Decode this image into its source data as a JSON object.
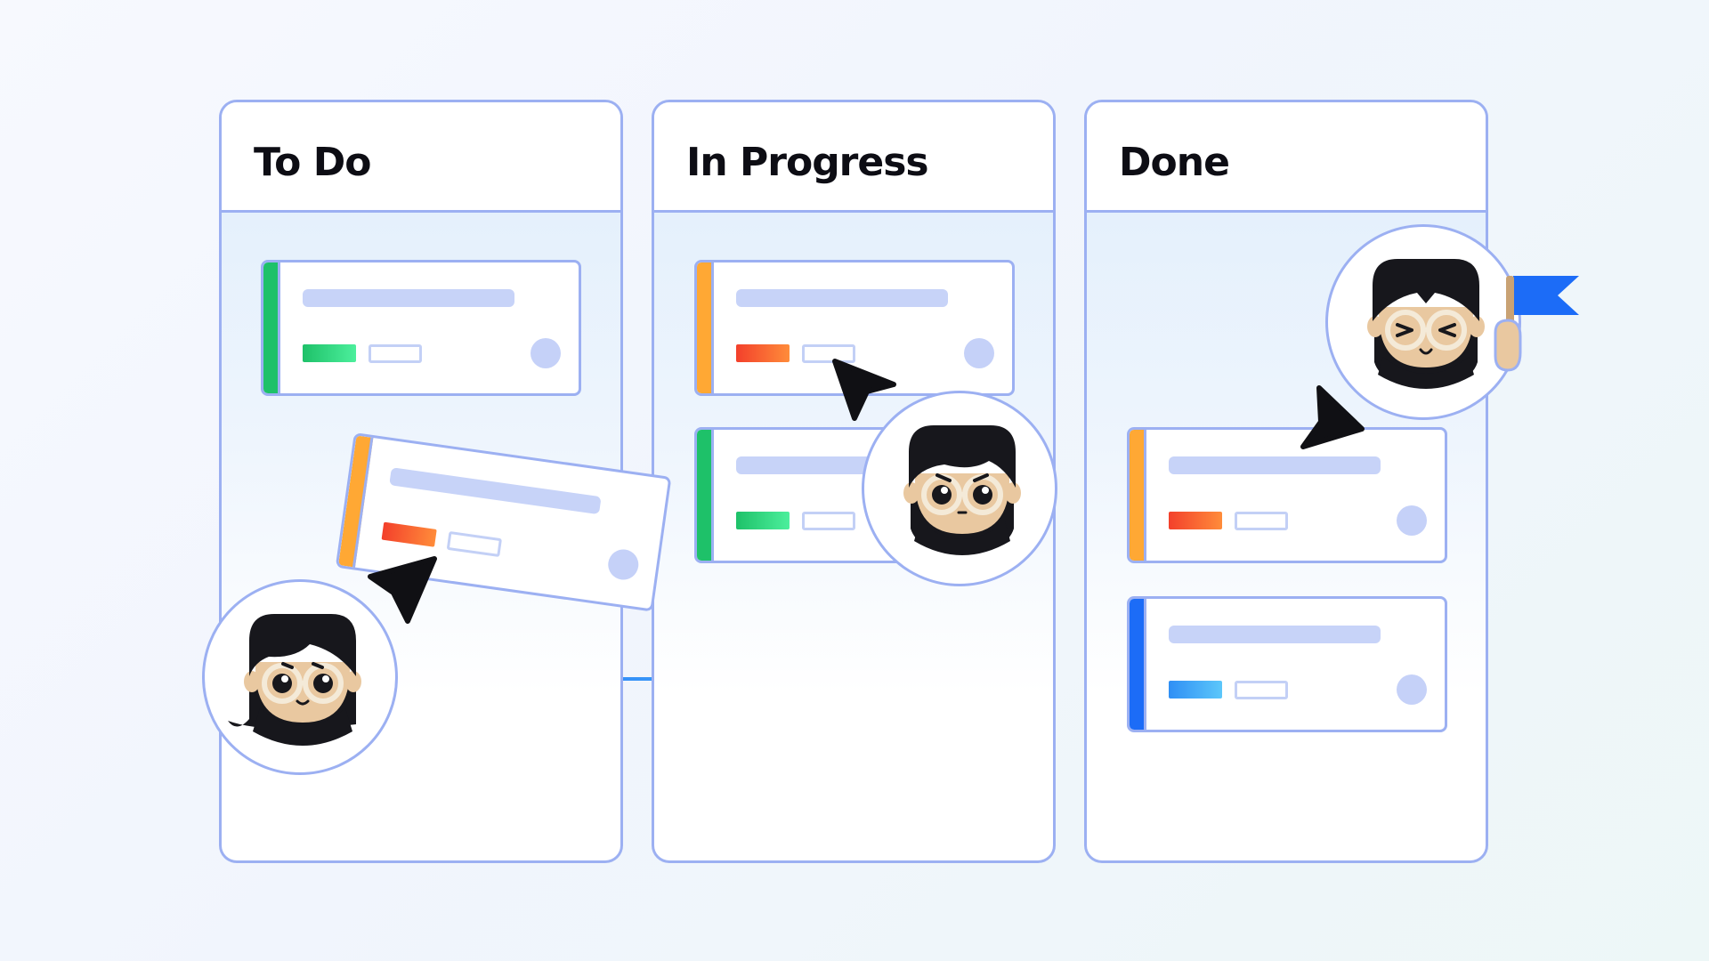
{
  "board": {
    "columns": [
      {
        "id": "todo",
        "title": "To Do"
      },
      {
        "id": "in-progress",
        "title": "In Progress"
      },
      {
        "id": "done",
        "title": "Done"
      }
    ]
  },
  "colors": {
    "border": "#9cb0f2",
    "priority_green": "#1ec169",
    "priority_orange": "#ffa834",
    "priority_blue": "#1c6cf7",
    "tag_green": "#1ec169",
    "tag_red_orange": "#f35a2b",
    "tag_blue": "#3fa0f5",
    "connector_blue": "#1c6cf7",
    "connector_cyan": "#63d3f9",
    "flag_blue": "#1c6cf7",
    "cursor": "#101014"
  },
  "cards": [
    {
      "name": "todo-card-1",
      "column": "todo",
      "priority_color": "green",
      "tag_color": "green"
    },
    {
      "name": "todo-card-dragged",
      "column": "todo",
      "priority_color": "orange",
      "tag_color": "red-orange",
      "state": "dragging"
    },
    {
      "name": "in-progress-card-1",
      "column": "in-progress",
      "priority_color": "orange",
      "tag_color": "red-orange"
    },
    {
      "name": "in-progress-card-2",
      "column": "in-progress",
      "priority_color": "green",
      "tag_color": "green"
    },
    {
      "name": "done-card-1",
      "column": "done",
      "priority_color": "orange",
      "tag_color": "red-orange"
    },
    {
      "name": "done-card-2",
      "column": "done",
      "priority_color": "blue",
      "tag_color": "blue"
    }
  ],
  "icons": [
    "user-avatar-icon",
    "cursor-arrow-icon",
    "flag-icon",
    "arrow-right-icon"
  ]
}
